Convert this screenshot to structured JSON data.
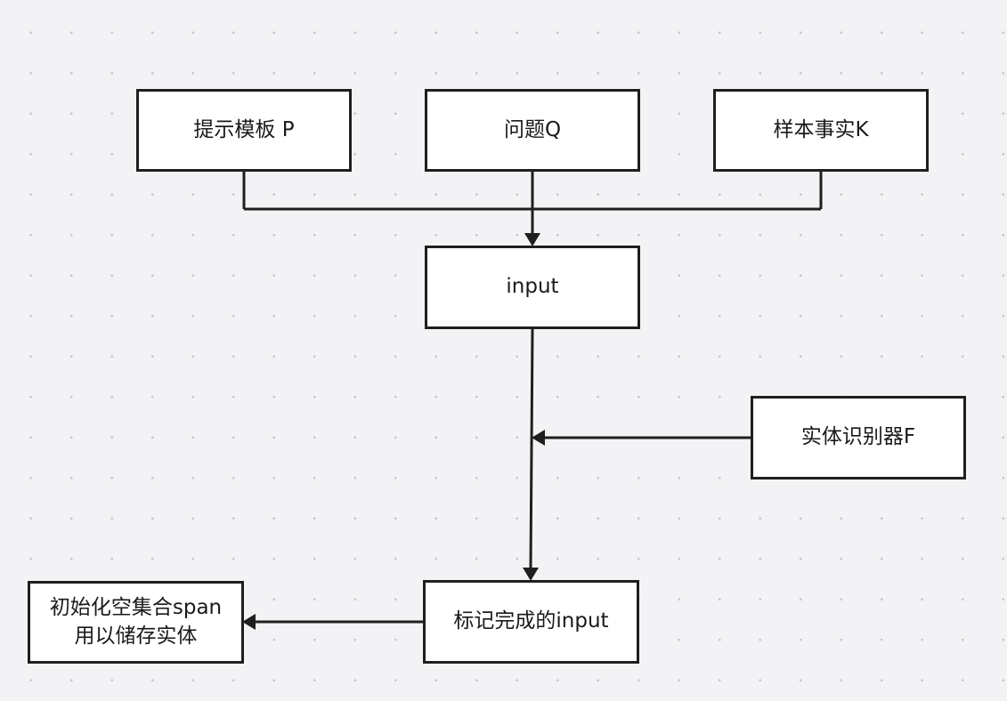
{
  "nodes": {
    "prompt_template": "提示模板 P",
    "question": "问题Q",
    "sample_fact": "样本事实K",
    "input": "input",
    "entity_recognizer": "实体识别器F",
    "labeled_input": "标记完成的input",
    "init_span_line1": "初始化空集合span",
    "init_span_line2": "用以储存实体"
  },
  "colors": {
    "background": "#f3f3f5",
    "node_fill": "#ffffff",
    "stroke": "#1f1f1f"
  }
}
